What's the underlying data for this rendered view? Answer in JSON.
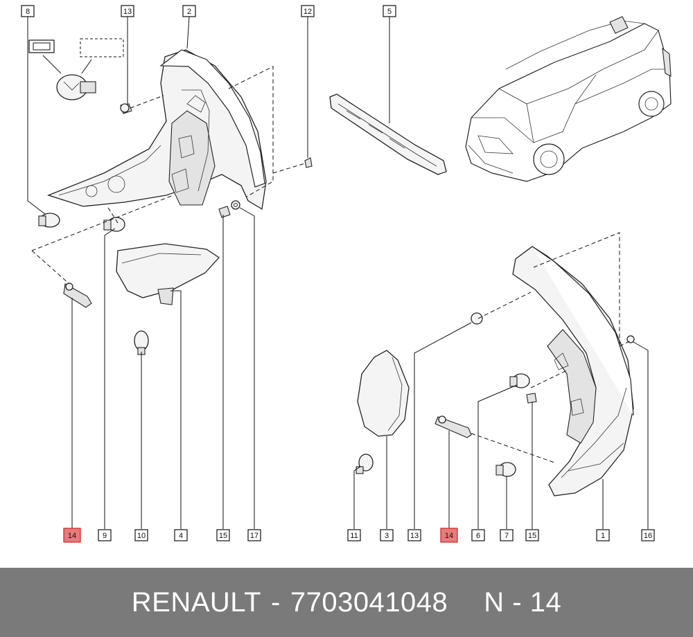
{
  "diagram": {
    "callouts": [
      {
        "id": "c8",
        "label": "8",
        "highlight": false
      },
      {
        "id": "c13a",
        "label": "13",
        "highlight": false
      },
      {
        "id": "c2",
        "label": "2",
        "highlight": false
      },
      {
        "id": "c12",
        "label": "12",
        "highlight": false
      },
      {
        "id": "c5",
        "label": "5",
        "highlight": false
      },
      {
        "id": "c14a",
        "label": "14",
        "highlight": true
      },
      {
        "id": "c9",
        "label": "9",
        "highlight": false
      },
      {
        "id": "c10",
        "label": "10",
        "highlight": false
      },
      {
        "id": "c4",
        "label": "4",
        "highlight": false
      },
      {
        "id": "c15a",
        "label": "15",
        "highlight": false
      },
      {
        "id": "c17",
        "label": "17",
        "highlight": false
      },
      {
        "id": "c11",
        "label": "11",
        "highlight": false
      },
      {
        "id": "c3",
        "label": "3",
        "highlight": false
      },
      {
        "id": "c13b",
        "label": "13",
        "highlight": false
      },
      {
        "id": "c14b",
        "label": "14",
        "highlight": true
      },
      {
        "id": "c6",
        "label": "6",
        "highlight": false
      },
      {
        "id": "c7",
        "label": "7",
        "highlight": false
      },
      {
        "id": "c15b",
        "label": "15",
        "highlight": false
      },
      {
        "id": "c1",
        "label": "1",
        "highlight": false
      },
      {
        "id": "c16",
        "label": "16",
        "highlight": false
      }
    ],
    "highlight_color": "#e97a7a"
  },
  "footer": {
    "brand": "RENAULT",
    "separator": "-",
    "part_number": "7703041048",
    "ref": "N - 14",
    "background": "#7a7a7a"
  }
}
